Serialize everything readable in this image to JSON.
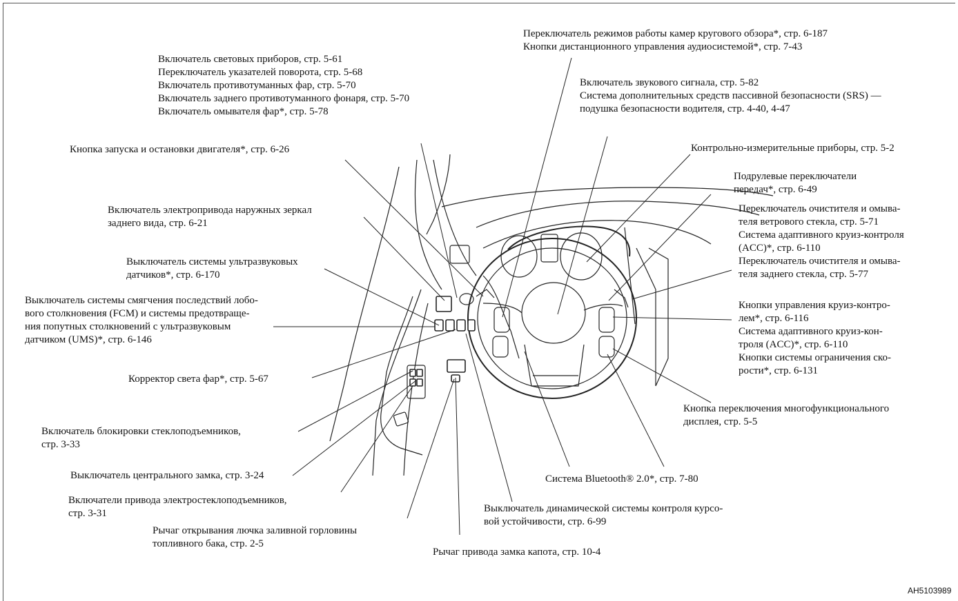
{
  "labels": {
    "surround_camera": "Переключатель режимов работы камер кругового обзора*, стр. 6-187\nКнопки дистанционного управления аудиосистемой*, стр. 7-43",
    "lighting": "Включатель световых приборов, стр. 5-61\nПереключатель указателей поворота, стр. 5-68\nВключатель противотуманных фар, стр. 5-70\nВключатель заднего противотуманного фонаря, стр. 5-70\nВключатель омывателя фар*, стр. 5-78",
    "horn_srs": "Включатель звукового сигнала, стр. 5-82\nСистема дополнительных средств пассивной безопасности (SRS) —\nподушка безопасности водителя, стр. 4-40, 4-47",
    "engine_start": "Кнопка запуска и остановки двигателя*, стр. 6-26",
    "instruments": "Контрольно-измерительные приборы, стр. 5-2",
    "paddle_shifters": "Подрулевые переключатели\nпередач*, стр. 6-49",
    "mirrors": "Включатель электропривода наружных зеркал\nзаднего вида, стр. 6-21",
    "wiper": "Переключатель очистителя и омыва-\nтеля ветрового стекла, стр. 5-71\nСистема адаптивного круиз-контроля\n(ACC)*, стр. 6-110\nПереключатель очистителя и омыва-\nтеля заднего стекла, стр. 5-77",
    "sonar": "Выключатель системы ультразвуковых\nдатчиков*, стр. 6-170",
    "fcm": "Выключатель системы смягчения последствий лобо-\nвого столкновения (FCM) и системы предотвраще-\nния попутных столкновений с ультразвуковым\nдатчиком (UMS)*, стр. 6-146",
    "cruise": "Кнопки управления круиз-контро-\nлем*, стр. 6-116\nСистема адаптивного круиз-кон-\nтроля (ACC)*, стр. 6-110\nКнопки системы ограничения ско-\nрости*, стр. 6-131",
    "headlight_leveling": "Корректор света фар*, стр. 5-67",
    "multi_display": "Кнопка переключения многофункционального\nдисплея, стр. 5-5",
    "window_lock": "Включатель блокировки стеклоподъемников,\nстр. 3-33",
    "central_lock": "Выключатель центрального замка, стр. 3-24",
    "bluetooth": "Система Bluetooth® 2.0*, стр. 7-80",
    "power_windows": "Включатели привода электростеклоподъемников,\nстр. 3-31",
    "asc": "Выключатель динамической системы контроля курсо-\nвой устойчивости, стр. 6-99",
    "fuel_lid": "Рычаг открывания лючка заливной горловины\nтопливного бака, стр. 2-5",
    "hood_lock": "Рычаг привода замка капота, стр. 10-4"
  },
  "figure_code": "AH5103989"
}
